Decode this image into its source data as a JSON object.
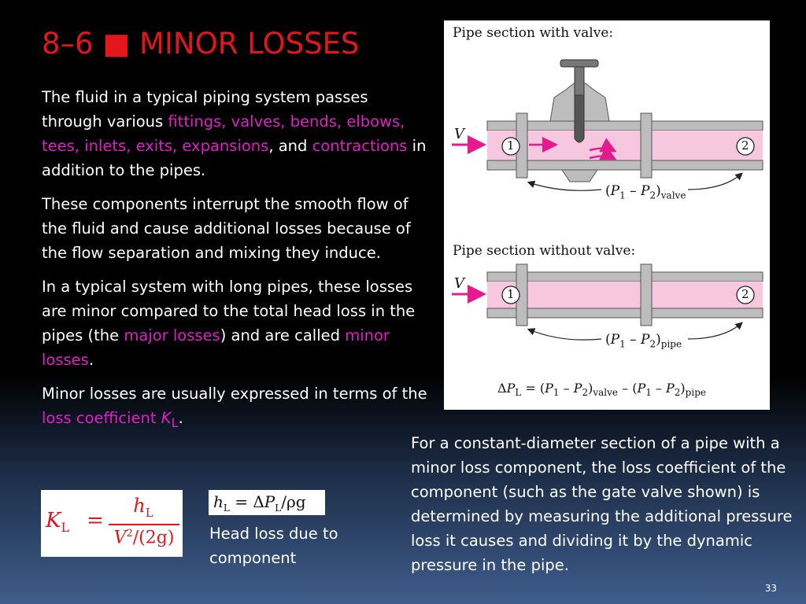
{
  "slide": {
    "title": "8–6 ■ MINOR LOSSES",
    "page_number": "33"
  },
  "paragraphs": {
    "p1": [
      "The fluid in a typical piping system passes through various ",
      "fittings, valves, bends, elbows, tees, inlets, exits, expansions",
      ", and ",
      "contractions",
      " in addition to the pipes."
    ],
    "p2": "These components interrupt the smooth flow of the fluid and cause additional losses because of the flow separation and mixing they induce.",
    "p3": [
      "In a typical system with long pipes, these losses are minor compared to the total head loss in the pipes (the ",
      "major losses",
      ") and are called ",
      "minor losses",
      "."
    ],
    "p4": [
      "Minor losses are usually expressed in terms of the ",
      "loss coefficient ",
      "K",
      "L",
      "."
    ]
  },
  "figure": {
    "label_valve": "Pipe section with valve:",
    "label_novalve": "Pipe section without valve:",
    "velocity_label": "V",
    "station_1": "1",
    "station_2": "2",
    "dp_valve": [
      "(",
      "P",
      "1",
      " – ",
      "P",
      "2",
      ")",
      "valve"
    ],
    "dp_pipe": [
      "(",
      "P",
      "1",
      " – ",
      "P",
      "2",
      ")",
      "pipe"
    ],
    "dp_equation": [
      "Δ",
      "P",
      "L",
      " = (",
      "P",
      "1",
      " – ",
      "P",
      "2",
      ")",
      "valve",
      " – (",
      "P",
      "1",
      " – ",
      "P",
      "2",
      ")",
      "pipe"
    ]
  },
  "equations": {
    "kl": {
      "lhs": "K",
      "lhs_sub": "L",
      "eq": "=",
      "num": "h",
      "num_sub": "L",
      "den": "V",
      "den_sup": "2",
      "den_rest": "/(2g)"
    },
    "hl": {
      "h": "h",
      "h_sub": "L",
      "eq": " = Δ",
      "p": "P",
      "p_sub": "L",
      "rest": "/ρg"
    }
  },
  "head_loss_caption": "Head loss due to component",
  "right_paragraph": "For a constant-diameter section of a pipe with a minor loss component, the loss coefficient of the component (such as the gate valve shown) is determined by measuring the additional pressure loss it causes and dividing it by the dynamic pressure in the pipe.",
  "colors": {
    "title": "#e3161c",
    "highlight": "#e01ec8",
    "pipe_fill": "#f7c6df",
    "arrow": "#e6198f"
  }
}
